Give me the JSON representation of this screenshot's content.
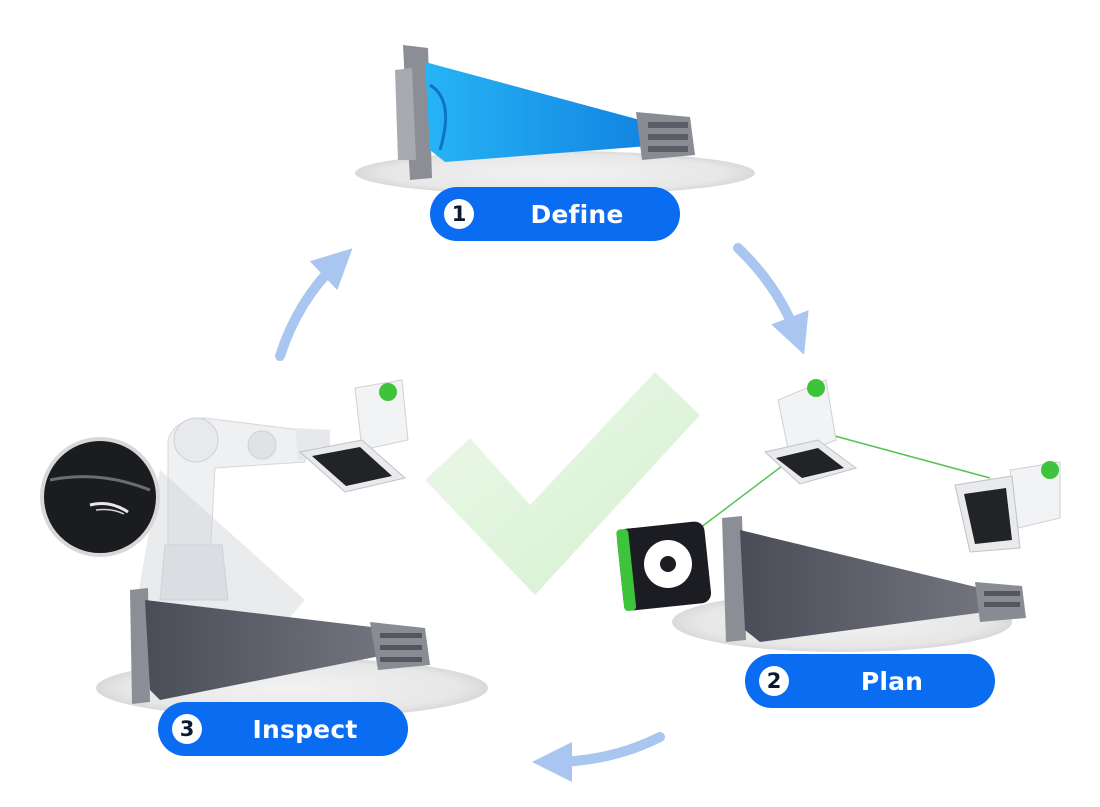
{
  "steps": [
    {
      "number": "1",
      "label": "Define"
    },
    {
      "number": "2",
      "label": "Plan"
    },
    {
      "number": "3",
      "label": "Inspect"
    }
  ],
  "colors": {
    "pill": "#0a6cf0",
    "arrow": "#a9c6f1",
    "blade_define": "#1aa3f0",
    "blade_grey": "#5b5d6b",
    "check": "#d6efd1",
    "sensor_green": "#3ec43a",
    "laser": "#56c34f"
  },
  "icons": [
    "checkmark-icon",
    "sensor-head-icon",
    "robot-arm-icon",
    "magnifier-icon",
    "target-marker-icon",
    "cycle-arrow-icon"
  ]
}
